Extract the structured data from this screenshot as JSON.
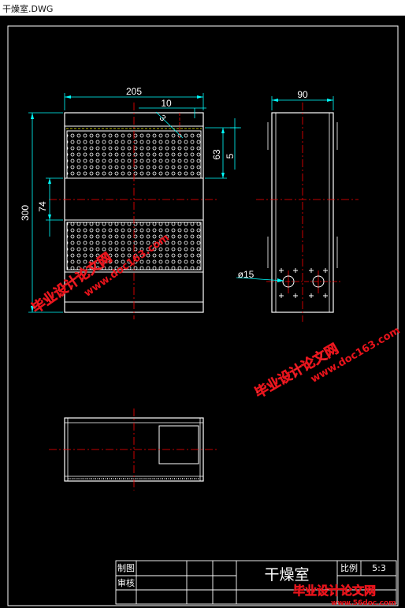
{
  "window": {
    "title": "干燥室.DWG"
  },
  "drawing": {
    "dimensions": {
      "overall_width": "205",
      "offset_10": "10",
      "angle_3": "3",
      "height_63": "63",
      "height_5": "5",
      "overall_height": "300",
      "mid_height": "74",
      "side_width": "90",
      "hole_diameter": "ø15"
    },
    "title_block": {
      "drawn_by_label": "制图",
      "checked_by_label": "审核",
      "drawing_title": "干燥室",
      "scale_label": "比例",
      "scale_value": "5:3"
    },
    "watermarks": {
      "cn_text": "毕业设计论文网",
      "url_text": "www.doc163.com",
      "footer_cn": "毕业设计论文网",
      "footer_url": "www.56doc.com"
    },
    "colors": {
      "background": "#000000",
      "outline": "#ffffff",
      "dimension": "#00ffff",
      "centerline": "#ff0000",
      "hidden": "#ffff00",
      "watermark": "#e8131b"
    }
  }
}
